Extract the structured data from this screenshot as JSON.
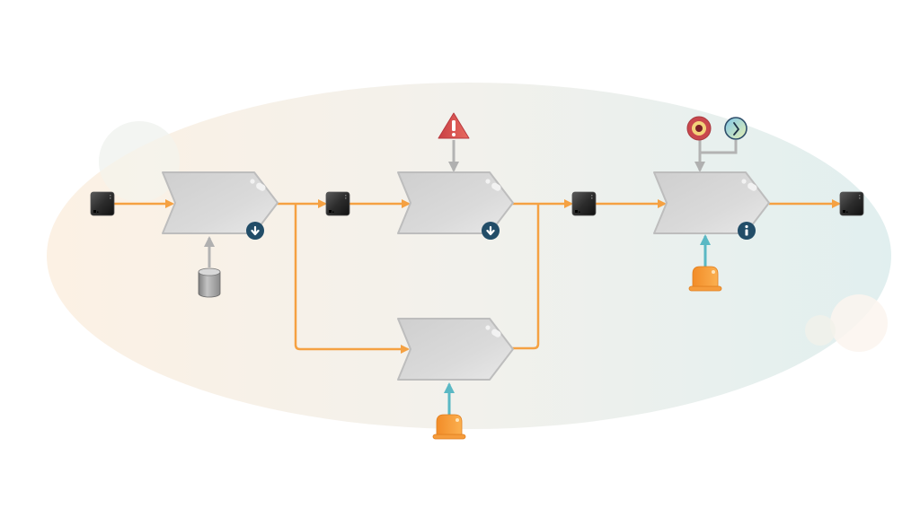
{
  "diagram": {
    "kind": "process-flow",
    "colors": {
      "flow": "#f5a142",
      "control": "#b3b3b3",
      "resource": "#5ab8c4",
      "chevron_light": "#e4e4e4",
      "chevron_dark": "#c9c9c9",
      "chevron_edge": "#b4b4b4",
      "badge": "#224d68",
      "data_object": "#2a2a2a",
      "warning": "#d9534f",
      "target_outer": "#c9474d",
      "target_inner": "#f3d27a",
      "clock_fill": "#a8d8ee",
      "clock_edge": "#2e4e6a",
      "actor": "#f59c3c",
      "background_left": "#fbf1e6",
      "background_right": "#e2efef"
    },
    "data_objects": [
      {
        "id": "d1",
        "name": "input-data-object"
      },
      {
        "id": "d2",
        "name": "intermediate-data-object-1"
      },
      {
        "id": "d3",
        "name": "intermediate-data-object-2"
      },
      {
        "id": "d4",
        "name": "output-data-object"
      }
    ],
    "processes": [
      {
        "id": "p1",
        "name": "process-step-1",
        "badge": "download-icon"
      },
      {
        "id": "p2",
        "name": "process-step-2",
        "badge": "download-icon"
      },
      {
        "id": "p3",
        "name": "process-step-3-alternate",
        "badge": null
      },
      {
        "id": "p4",
        "name": "process-step-4",
        "badge": "info-icon"
      }
    ],
    "attachments": [
      {
        "id": "a1",
        "name": "database-icon",
        "target": "p1",
        "kind": "control"
      },
      {
        "id": "a2",
        "name": "warning-icon",
        "target": "p2",
        "kind": "control"
      },
      {
        "id": "a3",
        "name": "actor-icon",
        "target": "p3",
        "kind": "resource"
      },
      {
        "id": "a4",
        "name": "target-icon",
        "target": "p4",
        "kind": "control"
      },
      {
        "id": "a5",
        "name": "clock-icon",
        "target": "p4",
        "kind": "control"
      },
      {
        "id": "a6",
        "name": "actor-icon",
        "target": "p4",
        "kind": "resource"
      }
    ],
    "flows": [
      {
        "from": "d1",
        "to": "p1"
      },
      {
        "from": "p1",
        "to": "d2"
      },
      {
        "from": "p1",
        "to": "p3"
      },
      {
        "from": "d2",
        "to": "p2"
      },
      {
        "from": "p2",
        "to": "d3"
      },
      {
        "from": "p3",
        "to": "d3"
      },
      {
        "from": "d3",
        "to": "p4"
      },
      {
        "from": "p4",
        "to": "d4"
      }
    ]
  }
}
